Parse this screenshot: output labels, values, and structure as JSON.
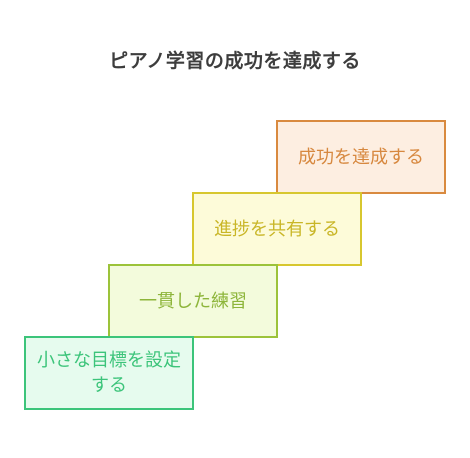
{
  "title": "ピアノ学習の成功を達成する",
  "steps": [
    {
      "label": "小さな目標を設定する",
      "fill": "#e6fbee",
      "stroke": "#3cc47a"
    },
    {
      "label": "一貫した練習",
      "fill": "#f3fbdc",
      "stroke": "#9cc33a"
    },
    {
      "label": "進捗を共有する",
      "fill": "#fdfbd9",
      "stroke": "#d7c72f"
    },
    {
      "label": "成功を達成する",
      "fill": "#fdeee1",
      "stroke": "#d98a3f"
    }
  ]
}
